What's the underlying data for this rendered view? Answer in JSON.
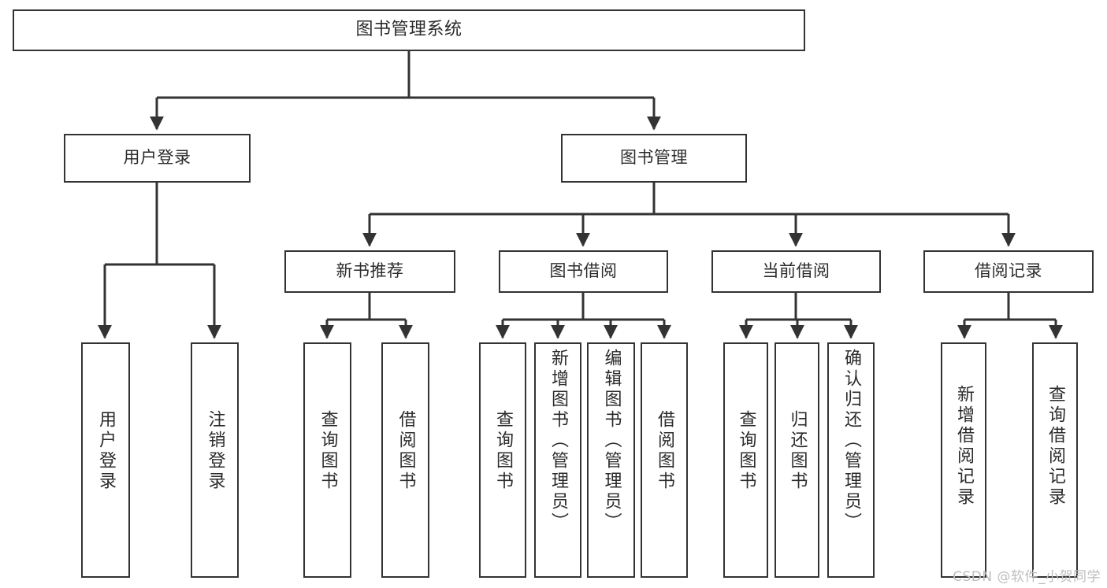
{
  "diagram": {
    "type": "tree-hierarchy",
    "title": "图书管理系统",
    "edge_color": "#333333",
    "node_border_color": "#333333",
    "node_fill_color": "#ffffff",
    "text_color": "#2b2b2b",
    "background_color": "#ffffff",
    "root": {
      "label": "图书管理系统"
    },
    "level1": [
      {
        "label": "用户登录"
      },
      {
        "label": "图书管理"
      }
    ],
    "level2": [
      {
        "label": "新书推荐"
      },
      {
        "label": "图书借阅"
      },
      {
        "label": "当前借阅"
      },
      {
        "label": "借阅记录"
      }
    ],
    "leaves": {
      "user_login": [
        {
          "label": "用户登录"
        },
        {
          "label": "注销登录"
        }
      ],
      "new_book_recommend": [
        {
          "label": "查询图书"
        },
        {
          "label": "借阅图书"
        }
      ],
      "book_borrow": [
        {
          "label": "查询图书"
        },
        {
          "label": "新增图书（管理员）"
        },
        {
          "label": "编辑图书（管理员）"
        },
        {
          "label": "借阅图书"
        }
      ],
      "current_borrow": [
        {
          "label": "查询图书"
        },
        {
          "label": "归还图书"
        },
        {
          "label": "确认归还（管理员）"
        }
      ],
      "borrow_record": [
        {
          "label": "新增借阅记录"
        },
        {
          "label": "查询借阅记录"
        }
      ]
    }
  },
  "watermark": {
    "text": "CSDN @软件_小贺同学"
  }
}
